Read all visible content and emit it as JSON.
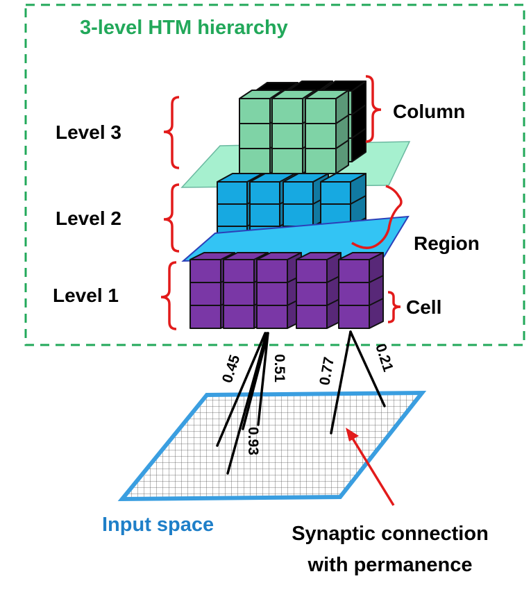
{
  "title": "3-level HTM hierarchy",
  "levels": [
    {
      "label": "Level 3"
    },
    {
      "label": "Level 2"
    },
    {
      "label": "Level 1"
    }
  ],
  "annotations": {
    "column": "Column",
    "region": "Region",
    "cell": "Cell"
  },
  "input_label": "Input space",
  "synapse_label": {
    "line1": "Synaptic connection",
    "line2": "with permanence"
  },
  "permanences": [
    "0.45",
    "0.51",
    "0.93",
    "0.77",
    "0.21"
  ],
  "colors": {
    "title": "#22a85a",
    "frame": "#22a85a",
    "bracket": "#e21b1b",
    "level3_cube": "#7fd3a6",
    "level3_plane": "#a6f0cf",
    "level2_cube": "#17a9e1",
    "level2_plane": "#33c4f4",
    "level1_cube": "#7a37a6",
    "input_border": "#3a9ee0",
    "input_label": "#1f7fc8",
    "arrow": "#e21b1b"
  }
}
